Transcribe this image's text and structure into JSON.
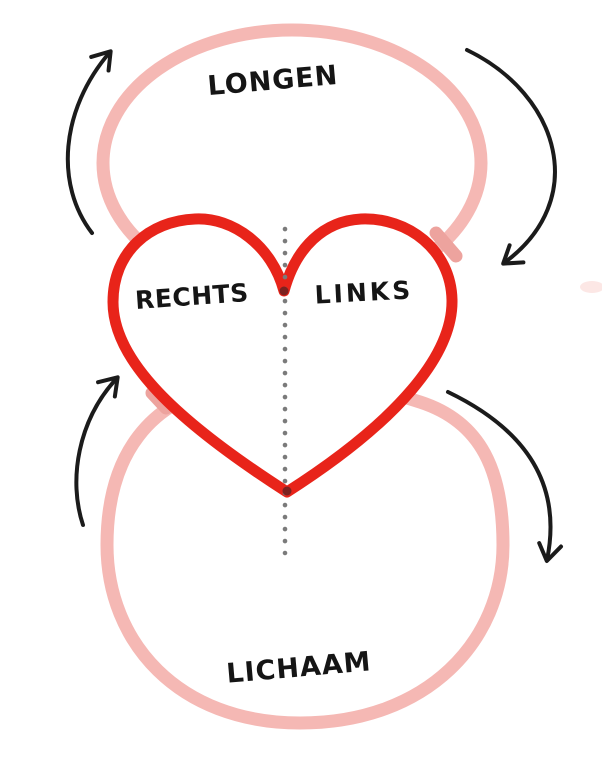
{
  "diagram": {
    "type": "hand-drawn double blood circulation (figure-eight) diagram",
    "labels": {
      "top_loop": "LONGEN",
      "heart_left_half": "RECHTS",
      "heart_right_half": "LINKS",
      "bottom_loop": "LICHAAM"
    },
    "arrows": [
      {
        "name": "top-left-arrow",
        "direction": "curves up-right toward lungs loop"
      },
      {
        "name": "top-right-arrow",
        "direction": "curves down-left toward heart"
      },
      {
        "name": "bottom-left-arrow",
        "direction": "curves up-right toward heart"
      },
      {
        "name": "bottom-right-arrow",
        "direction": "curves down toward body loop"
      }
    ],
    "colors": {
      "background": "#ffffff",
      "loop_pink": "#f5b8b4",
      "loop_pink_overlap": "#eda39e",
      "heart_red": "#e8241a",
      "heart_fill": "#ffffff",
      "cusp_ink": "#7c2220",
      "dot_gray": "#7b7b7b",
      "arrow_ink": "#1b1b1b",
      "text_ink": "#151515",
      "smudge_pink": "#f9d4d0"
    }
  }
}
